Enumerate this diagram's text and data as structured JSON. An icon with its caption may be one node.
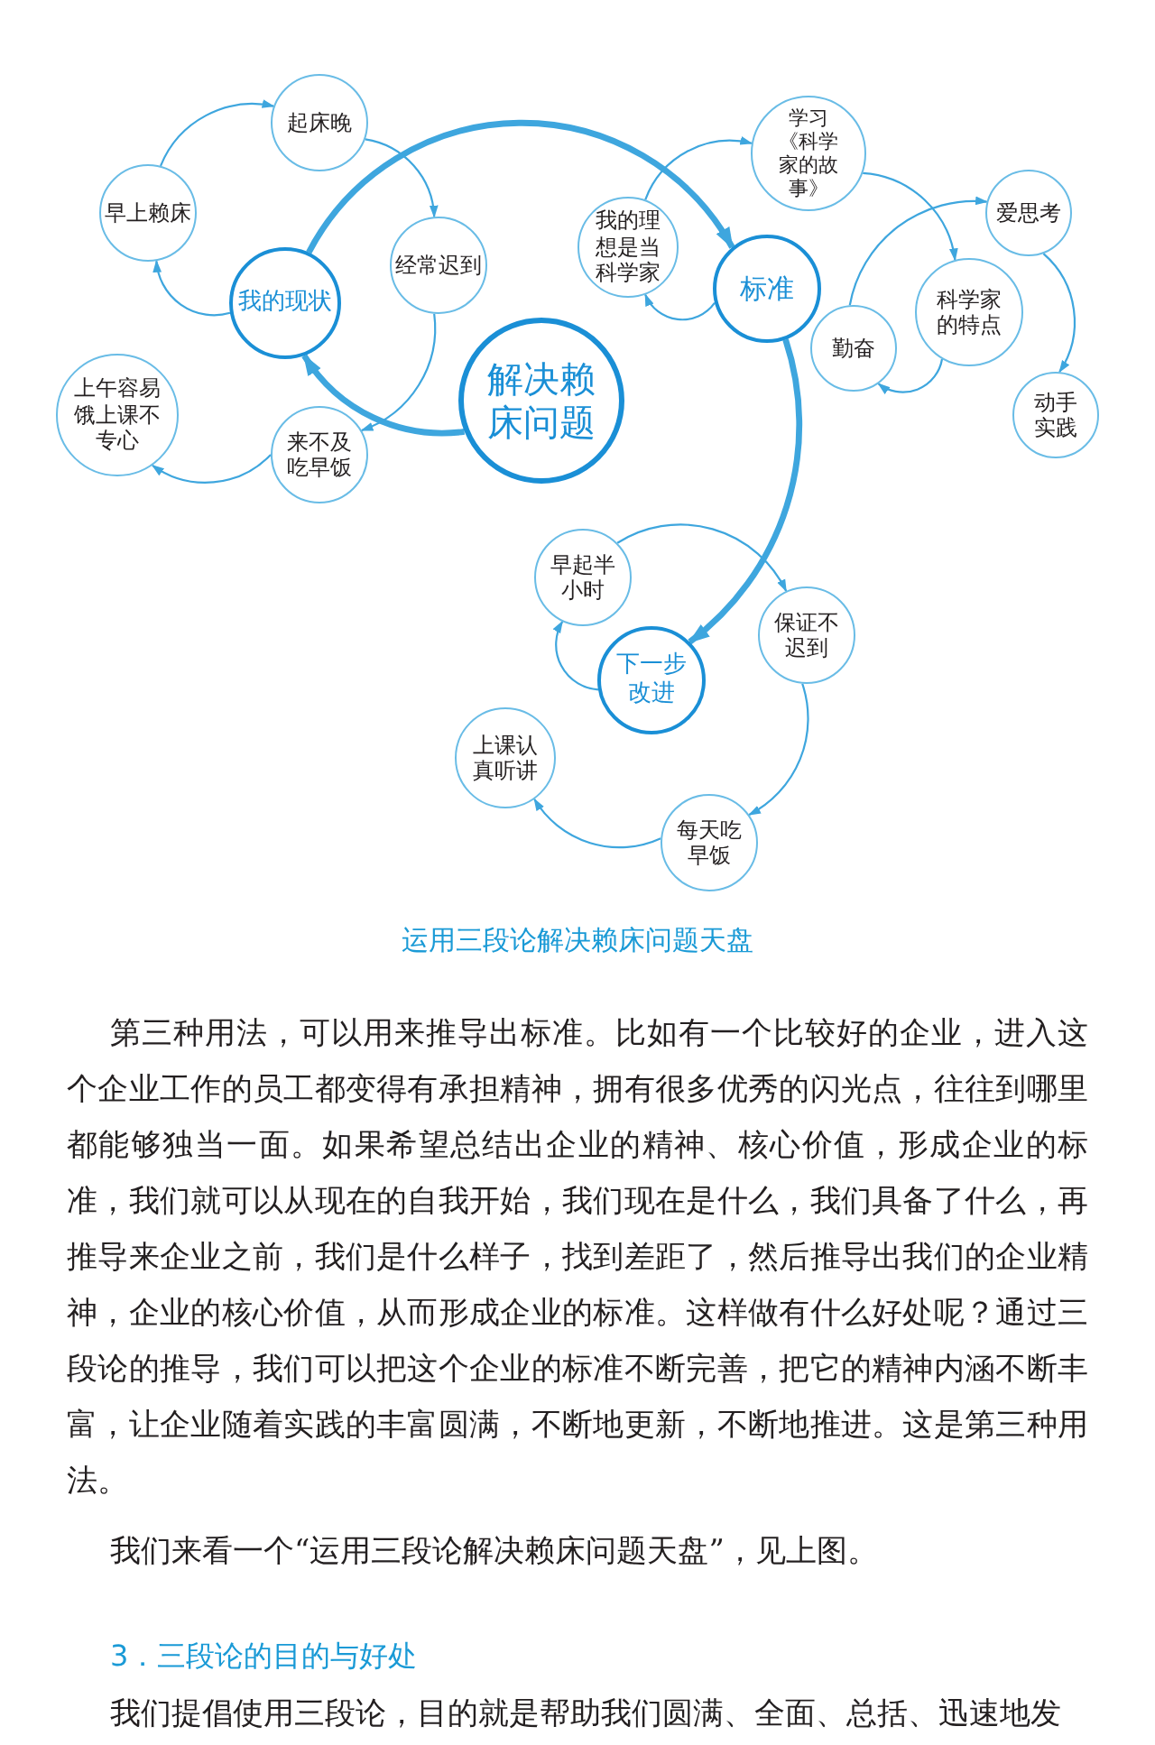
{
  "diagram": {
    "caption": "运用三段论解决赖床问题天盘",
    "nodes": [
      {
        "text": [
          "起床晚"
        ]
      },
      {
        "text": [
          "学习《科学家的故事》"
        ]
      },
      {
        "text": [
          "早上赖床"
        ]
      },
      {
        "text": [
          "爱思考"
        ]
      },
      {
        "text": [
          "我的理想是当科学家"
        ]
      },
      {
        "text": [
          "经常迟到"
        ]
      },
      {
        "text": [
          "标准"
        ]
      },
      {
        "text": [
          "我的现状"
        ]
      },
      {
        "text": [
          "科学家的特点"
        ]
      },
      {
        "text": [
          "勤奋"
        ]
      },
      {
        "text": [
          "上午容易饿上课不专心"
        ]
      },
      {
        "text": [
          "解决赖床问题"
        ]
      },
      {
        "text": [
          "来不及吃早饭"
        ]
      },
      {
        "text": [
          "动手实践"
        ]
      },
      {
        "text": [
          "早起半小时"
        ]
      },
      {
        "text": [
          "保证不迟到"
        ]
      },
      {
        "text": [
          "下一步改进"
        ]
      },
      {
        "text": [
          "上课认真听讲"
        ]
      },
      {
        "text": [
          "每天吃早饭"
        ]
      }
    ],
    "edges": [
      {
        "from": 11,
        "to": 7,
        "arrow": "to",
        "style": "thick"
      },
      {
        "from": 7,
        "to": 6,
        "arrow": "to",
        "style": "thick"
      },
      {
        "from": 6,
        "to": 16,
        "arrow": "to",
        "style": "thick"
      },
      {
        "from": 7,
        "to": 2,
        "arrow": "to"
      },
      {
        "from": 2,
        "to": 0,
        "arrow": "to"
      },
      {
        "from": 0,
        "to": 5,
        "arrow": "to"
      },
      {
        "from": 5,
        "to": 12,
        "arrow": "to"
      },
      {
        "from": 12,
        "to": 10,
        "arrow": "to"
      },
      {
        "from": 6,
        "to": 4,
        "arrow": "to"
      },
      {
        "from": 4,
        "to": 1,
        "arrow": "to"
      },
      {
        "from": 1,
        "to": 8,
        "arrow": "to"
      },
      {
        "from": 8,
        "to": 9,
        "arrow": "to"
      },
      {
        "from": 9,
        "to": 3,
        "arrow": "to"
      },
      {
        "from": 3,
        "to": 13,
        "arrow": "to"
      },
      {
        "from": 16,
        "to": 14,
        "arrow": "to"
      },
      {
        "from": 14,
        "to": 15,
        "arrow": "to"
      },
      {
        "from": 15,
        "to": 18,
        "arrow": "to"
      },
      {
        "from": 18,
        "to": 17,
        "arrow": "to"
      }
    ],
    "labels": [
      "第三种用法，可以用来推导出标准。比如有一个比较好的企业，进入这个企业工作的员工都变得有承担精神，拥有很多优秀的闪光点，往往到哪里都能够独当一面。如果希望总结出企业的精神、核心价值，形成企业的标准，我们就可以从现在的自我开始，我们现在是什么，我们具备了什么，再推导来企业之前，我们是什么样子，找到差距了，然后推导出我们的企业精神，企业的核心价值，从而形成企业的标准。这样做有什么好处呢？通过三段论的推导，我们可以把这个企业的标准不断完善，把它的精神内涵不断丰富，让企业随着实践的丰富圆满，不断地更新，不断地推进。这是第三种用法。",
      "我们来看一个“运用三段论解决赖床问题天盘”，见上图。",
      "3．三段论的目的与好处",
      "我们提倡使用三段论，目的就是帮助我们圆满、全面、总括、迅速地发"
    ]
  }
}
